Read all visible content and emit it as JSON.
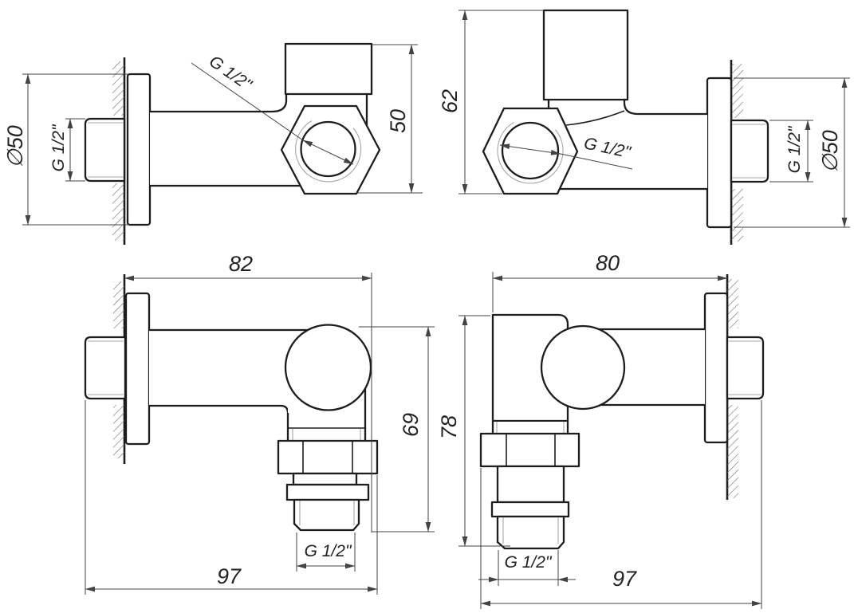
{
  "drawing": {
    "background": "#ffffff",
    "line_color": "#1d1d1d",
    "dim_color": "#434343",
    "thin_line_color": "#a6a6a6",
    "views": {
      "top_left": {
        "flange_diameter": "∅50",
        "inlet_thread": "G 1/2\"",
        "outlet_thread": "G 1/2\"",
        "height": "50"
      },
      "top_right": {
        "height": "62",
        "outlet_thread": "G 1/2\"",
        "inlet_thread": "G 1/2\"",
        "flange_diameter": "∅50"
      },
      "bottom_left": {
        "width": "82",
        "height": "69",
        "outlet_thread": "G 1/2\"",
        "overall_width": "97"
      },
      "bottom_right": {
        "width": "80",
        "height": "78",
        "outlet_thread": "G 1/2\"",
        "overall_width": "97"
      }
    }
  }
}
